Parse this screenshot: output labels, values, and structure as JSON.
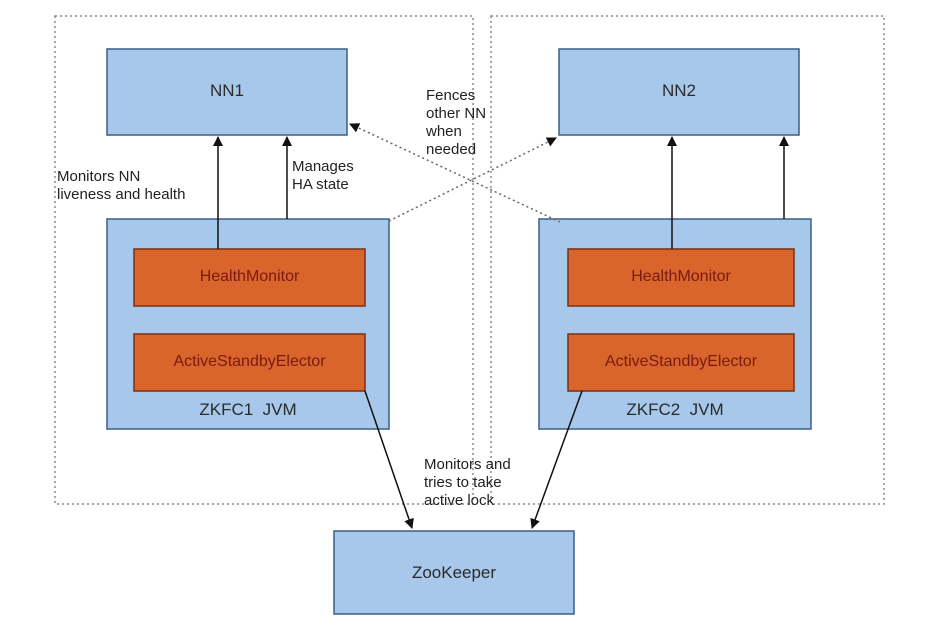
{
  "nodes": {
    "nn1": "NN1",
    "nn2": "NN2",
    "zookeeper": "ZooKeeper",
    "zkfc1": "ZKFC1  JVM",
    "zkfc2": "ZKFC2  JVM",
    "health_monitor_1": "HealthMonitor",
    "health_monitor_2": "HealthMonitor",
    "elector_1": "ActiveStandbyElector",
    "elector_2": "ActiveStandbyElector"
  },
  "labels": {
    "monitors_nn": [
      "Monitors NN",
      "liveness and health"
    ],
    "manages_ha": [
      "Manages",
      "HA state"
    ],
    "fences": [
      "Fences",
      "other NN",
      "when",
      "needed"
    ],
    "monitors_lock": [
      "Monitors and",
      "tries to take",
      "active lock"
    ]
  },
  "colors": {
    "box_fill": "#a7c8ea",
    "box_border": "#3a5f86",
    "component_fill": "#d9642c",
    "component_border": "#7a2e12",
    "component_text": "#7a1a10",
    "group_border": "#8a8a8a"
  }
}
